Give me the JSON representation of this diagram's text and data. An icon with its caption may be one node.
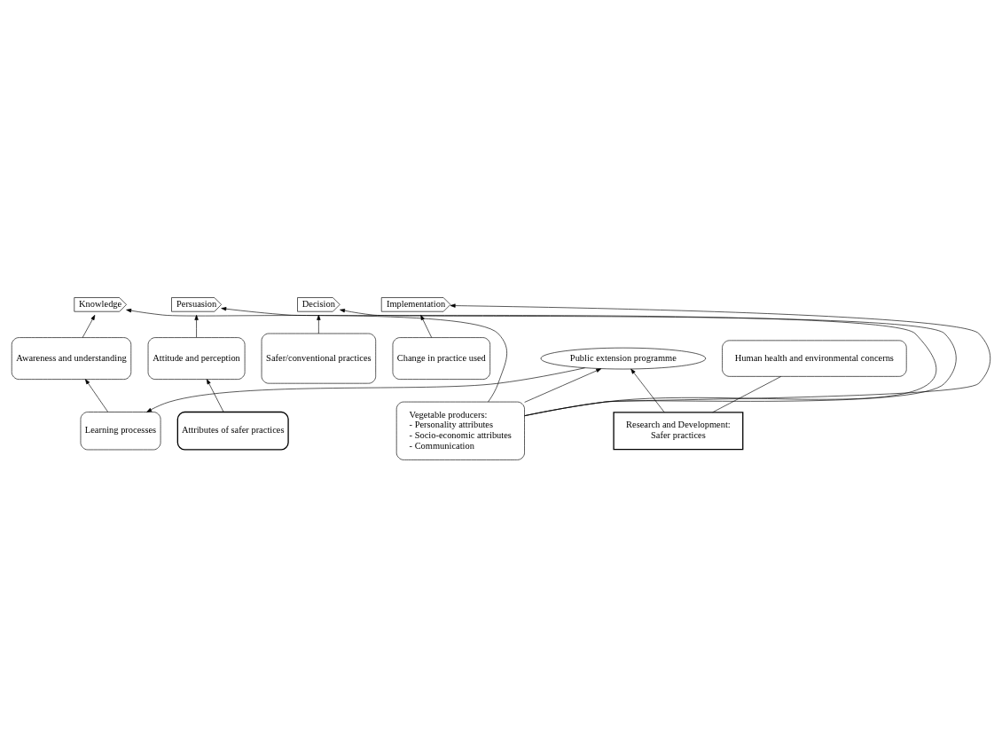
{
  "diagram": {
    "nodes": [
      {
        "text": [
          "Knowledge"
        ]
      },
      {
        "text": [
          "Persuasion"
        ]
      },
      {
        "text": [
          "Decision"
        ]
      },
      {
        "text": [
          "Implementation"
        ]
      },
      {
        "text": [
          "Awareness and understanding"
        ]
      },
      {
        "text": [
          "Attitude and perception"
        ]
      },
      {
        "text": [
          "Safer/conventional practices"
        ]
      },
      {
        "text": [
          "Change in practice used"
        ]
      },
      {
        "text": [
          "Learning processes"
        ]
      },
      {
        "text": [
          "Attributes of safer practices"
        ]
      },
      {
        "text": [
          "Vegetable producers:",
          "- Personality attributes",
          "- Socio-economic attributes",
          "- Communication"
        ]
      },
      {
        "text": [
          "Public extension programme"
        ]
      },
      {
        "text": [
          "Research and Development:",
          "Safer practices"
        ]
      },
      {
        "text": [
          "Human health and environmental concerns"
        ]
      }
    ],
    "edges": [
      {
        "from": 4,
        "to": 0,
        "arrow": "to"
      },
      {
        "from": 5,
        "to": 1,
        "arrow": "to"
      },
      {
        "from": 6,
        "to": 2,
        "arrow": "to"
      },
      {
        "from": 7,
        "to": 3,
        "arrow": "to"
      },
      {
        "from": 8,
        "to": 4,
        "arrow": "to"
      },
      {
        "from": 9,
        "to": 5,
        "arrow": "to"
      },
      {
        "from": 11,
        "to": 8,
        "arrow": "to"
      },
      {
        "from": 12,
        "to": 11,
        "arrow": "to"
      },
      {
        "from": 10,
        "to": 11,
        "arrow": "to"
      },
      {
        "from": 10,
        "to": 0,
        "arrow": "to"
      },
      {
        "from": 10,
        "to": 1,
        "arrow": "to"
      },
      {
        "from": 10,
        "to": 2,
        "arrow": "to"
      },
      {
        "from": 10,
        "to": 3,
        "arrow": "to"
      },
      {
        "from": 13,
        "to": 12,
        "arrow": "none"
      }
    ]
  }
}
